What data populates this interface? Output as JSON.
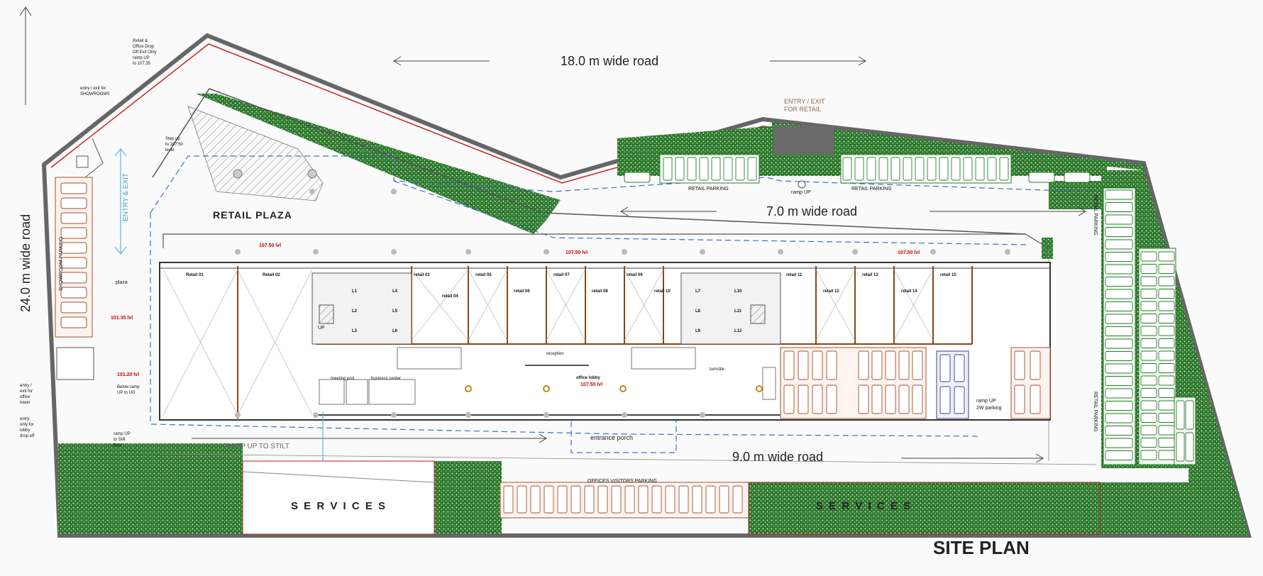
{
  "title": "SITE PLAN",
  "roads": {
    "north": "18.0 m wide road",
    "internal": "7.0 m wide road",
    "south": "9.0 m wide road",
    "west": "24.0 m wide road"
  },
  "labels": {
    "retail_plaza": "RETAIL  PLAZA",
    "services_left": "S E R V I C E S",
    "services_right": "S E R V I C E S",
    "entry_exit_retail_1": "ENTRY / EXIT",
    "entry_exit_retail_2": "FOR RETAIL",
    "entry_exit_vertical": "ENTRY & EXIT",
    "retail_parking_1": "RETAIL PARKING",
    "retail_parking_2": "RETAIL PARKING",
    "retail_parking_vert_1": "RETAIL PARKING",
    "retail_parking_vert_2": "RETAIL PARKING",
    "showroom_parking": "SHOWROOM  PARKING",
    "ramp_up": "ramp UP",
    "ramp_up_stilt": "RAMP UP TO STILT",
    "entrance_porch": "entrance porch",
    "offices_visitors_parking": "OFFICES  VISITORS  PARKING",
    "plaza": "plaza",
    "office_lobby": "office lobby",
    "reception": "reception",
    "meeting_pod": "meeting pod",
    "business_center": "business center",
    "turnstile": "turnstile",
    "up": "UP",
    "ramp_up_2w_1": "ramp UP",
    "ramp_up_2w_2": "2W parking"
  },
  "notes": {
    "drop_off": [
      "Retail &",
      "Office Drop",
      "Off Exit Only",
      "ramp UP",
      "to 107.35"
    ],
    "showrooms": [
      "entry / exit for",
      "SHOWROOMS"
    ],
    "step_up": [
      "Step up",
      "to 107.50",
      "level"
    ],
    "below_ramp": [
      "Below ramp",
      "UP to UG"
    ],
    "entry_office_tower": [
      "entry /",
      "exit for",
      "office",
      "tower"
    ],
    "entry_lobby": [
      "entry",
      "only for",
      "lobby",
      "drop off"
    ],
    "ramp_stilt": [
      "ramp UP",
      "to Stilt",
      "floor"
    ]
  },
  "levels": {
    "l1": "107.50 lvl",
    "l2": "107.50 lvl",
    "l3": "107.50 lvl",
    "l4": "101.35 lvl",
    "l5": "101.20 lvl",
    "l6": "107.50 lvl"
  },
  "retail_units": [
    "Retail 01",
    "Retail 02",
    "retail 03",
    "retail 04",
    "retail 05",
    "retail 06",
    "retail 07",
    "retail 08",
    "retail 09",
    "retail 10",
    "retail 11",
    "retail 12",
    "retail 13",
    "retail 14",
    "retail 15"
  ],
  "lifts_left": [
    "L1",
    "L2",
    "L3",
    "L4",
    "L5",
    "L6"
  ],
  "lifts_right": [
    "L7",
    "L8",
    "L9",
    "L10",
    "L11",
    "L12"
  ],
  "colors": {
    "landscape": "#2f7d32",
    "boundary": "#555555",
    "boundary_red": "#cc2222",
    "parking_red": "#a0522d",
    "parking_green": "#2e7d32",
    "dashed_blue": "#3a6fc7",
    "level_red": "#d40000"
  }
}
